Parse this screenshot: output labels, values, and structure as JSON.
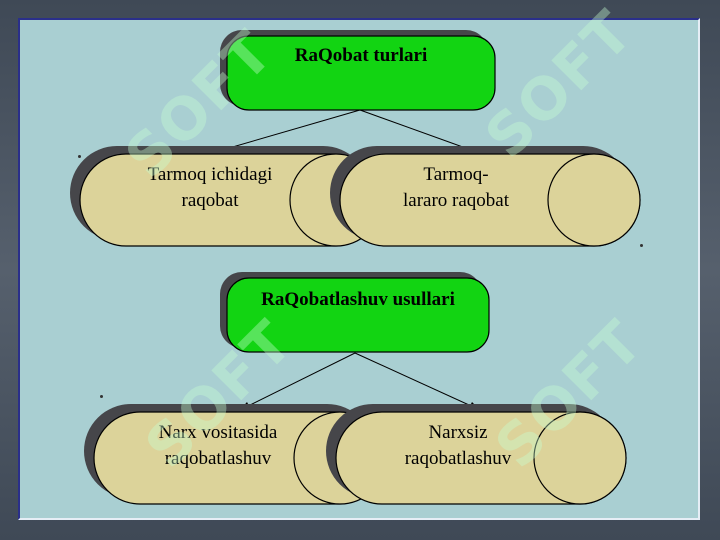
{
  "diagram": {
    "top": {
      "title": "RaQobat turlari",
      "children": [
        {
          "label_line1": "Tarmoq ichidagi",
          "label_line2": "raqobat"
        },
        {
          "label_line1": "Tarmoq-",
          "label_line2": "lararo raqobat"
        }
      ]
    },
    "bottom": {
      "title": "RaQobatlashuv usullari",
      "children": [
        {
          "label_line1": "Narx vositasida",
          "label_line2": "raqobatlashuv"
        },
        {
          "label_line1": "Narxsiz",
          "label_line2": "raqobatlashuv"
        }
      ]
    }
  },
  "watermark": "SOFT",
  "colors": {
    "panel": "#a9cfd2",
    "title_fill": "#12d412",
    "pill_fill": "#dcd39a",
    "shadow": "#46464a"
  }
}
